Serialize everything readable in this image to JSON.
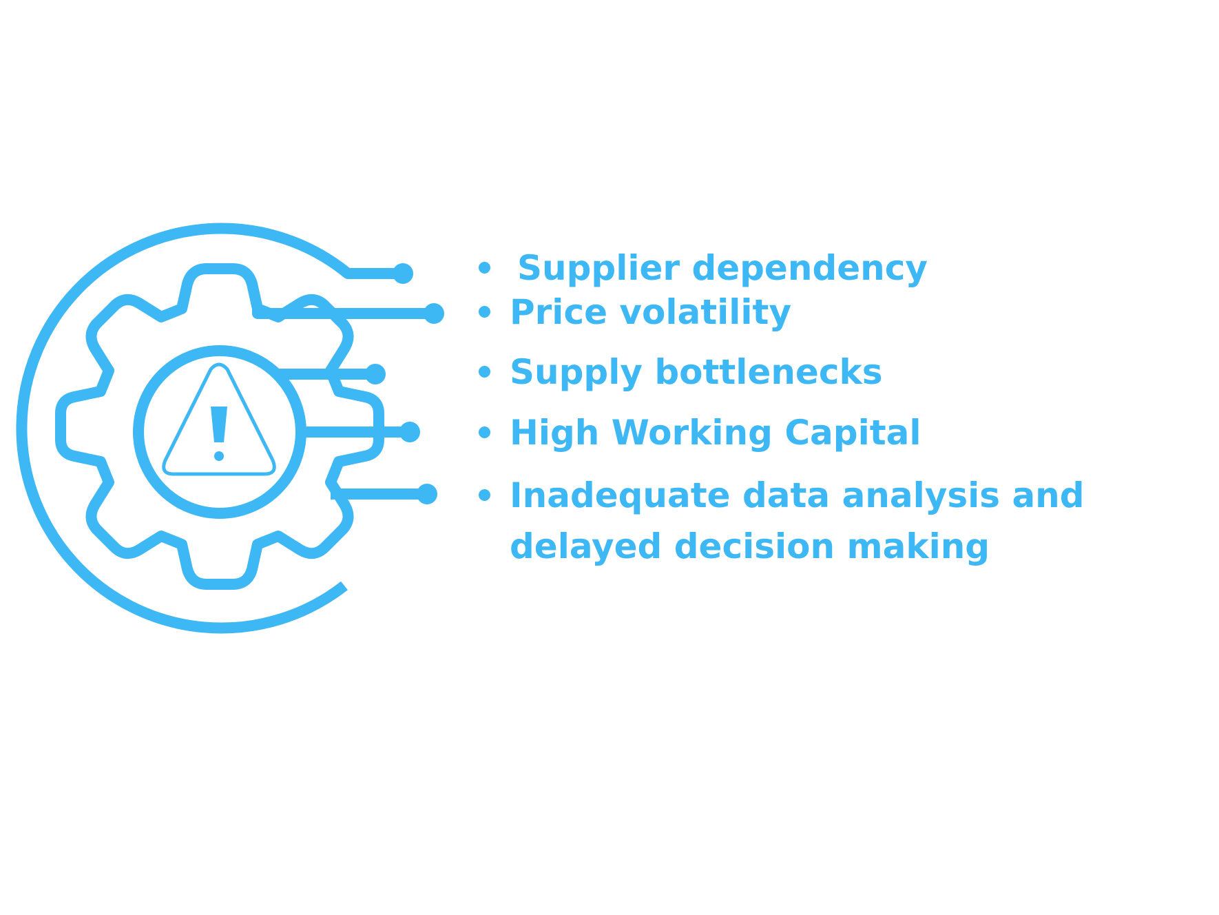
{
  "accent_color": "#3db8f5",
  "background_color": "#ffffff",
  "graphic": {
    "icon": "gear-with-warning-triangle-icon",
    "connector_lines": 5
  },
  "items": [
    {
      "label": "Supplier dependency"
    },
    {
      "label": "Price volatility"
    },
    {
      "label": "Supply bottlenecks"
    },
    {
      "label": "High Working Capital"
    },
    {
      "label": "Inadequate data analysis and\ndelayed decision making"
    }
  ]
}
